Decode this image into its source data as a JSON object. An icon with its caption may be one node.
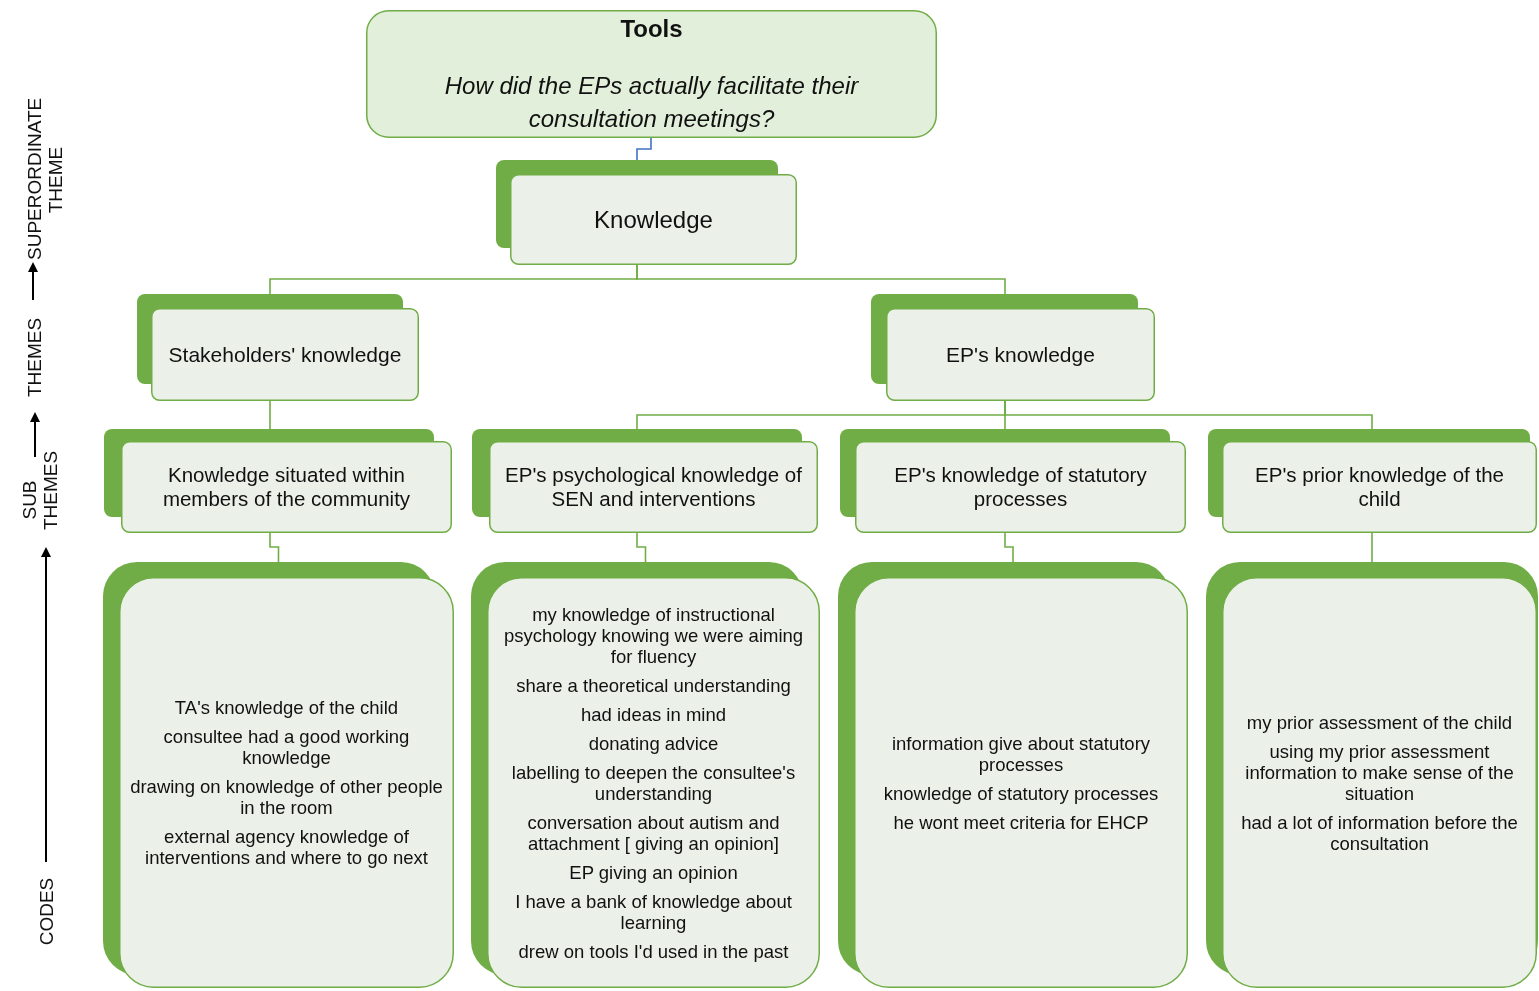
{
  "diagram": {
    "nodes": [
      {
        "text": [
          "Tools",
          "How did the EPs actually facilitate their consultation meetings?"
        ]
      },
      {
        "text": [
          "Knowledge"
        ]
      },
      {
        "text": [
          "Stakeholders' knowledge"
        ]
      },
      {
        "text": [
          "EP's knowledge"
        ]
      },
      {
        "text": [
          "Knowledge situated within members of the community"
        ]
      },
      {
        "text": [
          "EP's psychological knowledge of SEN and interventions"
        ]
      },
      {
        "text": [
          "EP's knowledge of statutory processes"
        ]
      },
      {
        "text": [
          "EP's prior knowledge of the child"
        ]
      },
      {
        "text": [
          "TA's knowledge of the child",
          "consultee had a good working knowledge",
          "drawing on knowledge of other people in the room",
          "external agency knowledge of interventions and where to go next"
        ]
      },
      {
        "text": [
          "my knowledge of instructional psychology knowing we were aiming for fluency",
          "share a theoretical understanding",
          "had ideas in mind",
          "donating advice",
          "labelling to deepen the consultee's understanding",
          "conversation about autism and attachment [ giving an opinion]",
          "EP giving an opinion",
          "I have a bank of knowledge about learning",
          "drew on tools I'd used in the past"
        ]
      },
      {
        "text": [
          "information give about statutory processes",
          "knowledge of statutory processes",
          "he wont meet criteria for EHCP"
        ]
      },
      {
        "text": [
          "my prior assessment of the child",
          "using my prior assessment information  to make sense of the situation",
          "had a lot of information before the consultation"
        ]
      }
    ],
    "edges": [
      {
        "from": 0,
        "to": 1,
        "arrow": "none",
        "color": "#4472c4"
      },
      {
        "from": 1,
        "to": 2,
        "arrow": "none"
      },
      {
        "from": 1,
        "to": 3,
        "arrow": "none"
      },
      {
        "from": 2,
        "to": 4,
        "arrow": "none"
      },
      {
        "from": 3,
        "to": 5,
        "arrow": "none"
      },
      {
        "from": 3,
        "to": 6,
        "arrow": "none"
      },
      {
        "from": 3,
        "to": 7,
        "arrow": "none"
      },
      {
        "from": 4,
        "to": 8,
        "arrow": "none"
      },
      {
        "from": 5,
        "to": 9,
        "arrow": "none"
      },
      {
        "from": 6,
        "to": 10,
        "arrow": "none"
      },
      {
        "from": 7,
        "to": 11,
        "arrow": "none"
      }
    ],
    "labels": [
      "SUPERORDINATE THEME",
      "THEMES",
      "SUB THEMES",
      "CODES"
    ]
  }
}
